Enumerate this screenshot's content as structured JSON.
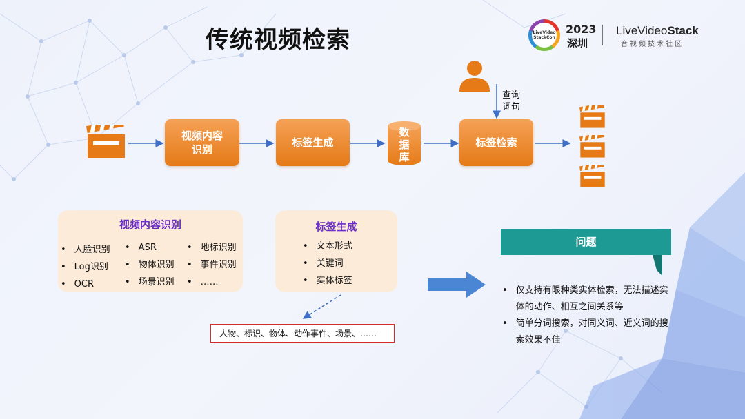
{
  "title": "传统视频检索",
  "logo": {
    "badge_line1": "LiveVideo",
    "badge_line2": "StackCon",
    "year": "2023",
    "city": "深圳",
    "brand_part1": "LiveVideo",
    "brand_part2": "Stack",
    "brand_sub": "音视频技术社区"
  },
  "flow": {
    "step1": "视频内容识别",
    "step2": "标签生成",
    "db": [
      "数",
      "据",
      "库"
    ],
    "step4": "标签检索",
    "query_label_line1": "查询",
    "query_label_line2": "词句"
  },
  "panel_recognition": {
    "title": "视频内容识别",
    "col1": [
      "人脸识别",
      "Log识别",
      "OCR"
    ],
    "col2": [
      "ASR",
      "物体识别",
      "场景识别"
    ],
    "col3": [
      "地标识别",
      "事件识别",
      "……"
    ]
  },
  "panel_tags": {
    "title": "标签生成",
    "items": [
      "文本形式",
      "关键词",
      "实体标签"
    ]
  },
  "tags_example": "人物、标识、物体、动作事件、场景、……",
  "problem": {
    "title": "问题",
    "items": [
      "仅支持有限种类实体检索，无法描述实体的动作、相互之间关系等",
      "简单分词搜索，对同义词、近义词的搜索效果不佳"
    ]
  },
  "colors": {
    "orange": "#e57a17",
    "teal": "#1c9a93",
    "blue_arrow": "#4a86d4",
    "panel_bg": "#fcebd9",
    "panel_title": "#6b2fc7"
  }
}
